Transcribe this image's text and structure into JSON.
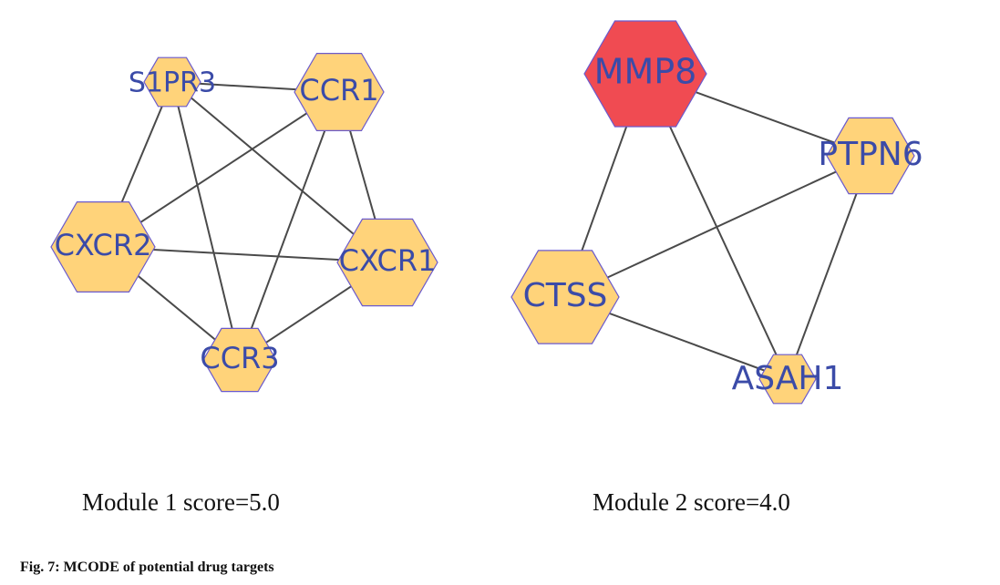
{
  "modules": [
    {
      "id": "module1",
      "caption": "Module 1 score=5.0",
      "nodes": [
        {
          "id": "S1PR3",
          "label": "S1PR3",
          "highlight": false
        },
        {
          "id": "CCR1",
          "label": "CCR1",
          "highlight": false
        },
        {
          "id": "CXCR2",
          "label": "CXCR2",
          "highlight": false
        },
        {
          "id": "CXCR1",
          "label": "CXCR1",
          "highlight": false
        },
        {
          "id": "CCR3",
          "label": "CCR3",
          "highlight": false
        }
      ],
      "edges": [
        [
          "S1PR3",
          "CCR1"
        ],
        [
          "S1PR3",
          "CXCR2"
        ],
        [
          "S1PR3",
          "CXCR1"
        ],
        [
          "S1PR3",
          "CCR3"
        ],
        [
          "CCR1",
          "CXCR2"
        ],
        [
          "CCR1",
          "CXCR1"
        ],
        [
          "CCR1",
          "CCR3"
        ],
        [
          "CXCR2",
          "CXCR1"
        ],
        [
          "CXCR2",
          "CCR3"
        ],
        [
          "CXCR1",
          "CCR3"
        ]
      ]
    },
    {
      "id": "module2",
      "caption": "Module 2 score=4.0",
      "nodes": [
        {
          "id": "MMP8",
          "label": "MMP8",
          "highlight": true
        },
        {
          "id": "PTPN6",
          "label": "PTPN6",
          "highlight": false
        },
        {
          "id": "CTSS",
          "label": "CTSS",
          "highlight": false
        },
        {
          "id": "ASAH1",
          "label": "ASAH1",
          "highlight": false
        }
      ],
      "edges": [
        [
          "MMP8",
          "PTPN6"
        ],
        [
          "MMP8",
          "CTSS"
        ],
        [
          "MMP8",
          "ASAH1"
        ],
        [
          "PTPN6",
          "CTSS"
        ],
        [
          "PTPN6",
          "ASAH1"
        ],
        [
          "CTSS",
          "ASAH1"
        ]
      ]
    }
  ],
  "figure_caption": "Fig. 7: MCODE of potential drug targets",
  "colors": {
    "node_fill": "#ffd37a",
    "highlight_fill": "#f04b52",
    "node_stroke": "#6a5acd",
    "label": "#3b4ba8",
    "edge": "#4a4a4a"
  }
}
